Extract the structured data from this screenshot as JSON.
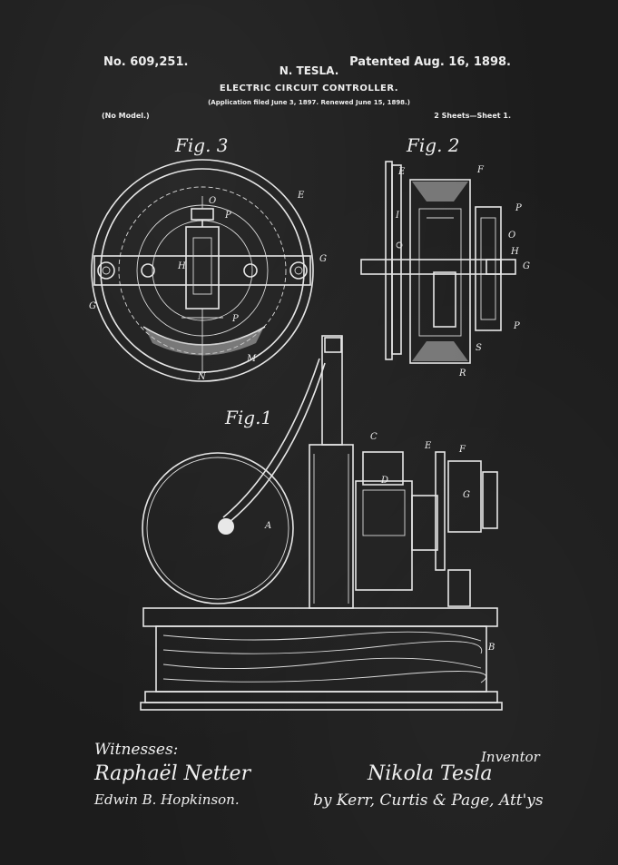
{
  "header": {
    "patent_number": "No. 609,251.",
    "patented_date": "Patented Aug. 16, 1898.",
    "inventor": "N. TESLA.",
    "title": "ELECTRIC CIRCUIT CONTROLLER.",
    "application": "(Application filed June 3, 1897. Renewed June 15, 1898.)",
    "model_note": "(No Model.)",
    "sheet_note": "2 Sheets—Sheet 1."
  },
  "figures": {
    "fig3": {
      "label": "Fig. 3",
      "letters": [
        "O",
        "P",
        "E",
        "G",
        "H",
        "G",
        "P",
        "M",
        "N"
      ]
    },
    "fig2": {
      "label": "Fig. 2",
      "letters": [
        "E",
        "F",
        "I",
        "P",
        "O",
        "H",
        "G",
        "P",
        "S",
        "R"
      ]
    },
    "fig1": {
      "label": "Fig.1",
      "letters": [
        "C",
        "E",
        "F",
        "D",
        "G",
        "A",
        "B"
      ]
    }
  },
  "signatures": {
    "witnesses_label": "Witnesses:",
    "witness_1": "Raphaël Netter",
    "witness_2": "Edwin B. Hopkinson.",
    "inventor_label": "Inventor",
    "inventor_signature": "Nikola Tesla",
    "attorneys_signature": "by Kerr, Curtis & Page, Att'ys"
  },
  "colors": {
    "background": "#1c1c1c",
    "ink": "#e8e8e8"
  }
}
